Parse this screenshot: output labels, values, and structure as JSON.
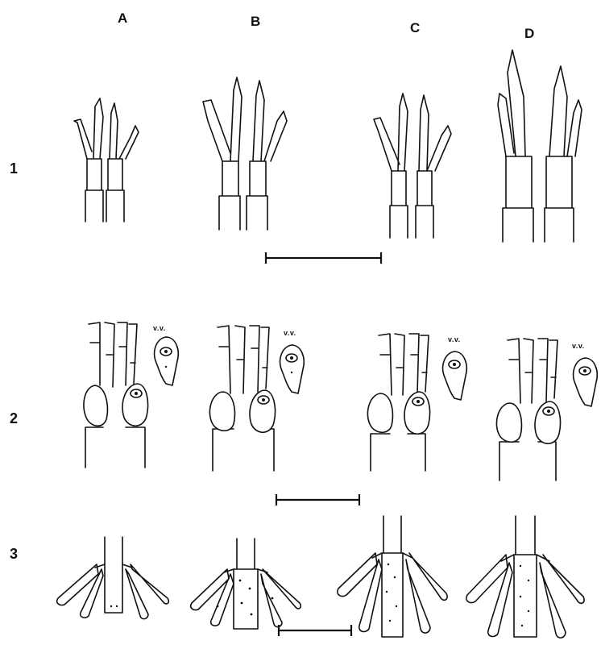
{
  "plate": {
    "column_labels": [
      "A",
      "B",
      "C",
      "D"
    ],
    "row_labels": [
      "1",
      "2",
      "3"
    ],
    "view_label": "v.v."
  },
  "rows": [
    {
      "row": "1",
      "content": "antennae",
      "scale_bar": true
    },
    {
      "row": "2",
      "content": "antennules with ventral view inset",
      "scale_bar": true
    },
    {
      "row": "3",
      "content": "tail fan",
      "scale_bar": true
    }
  ]
}
